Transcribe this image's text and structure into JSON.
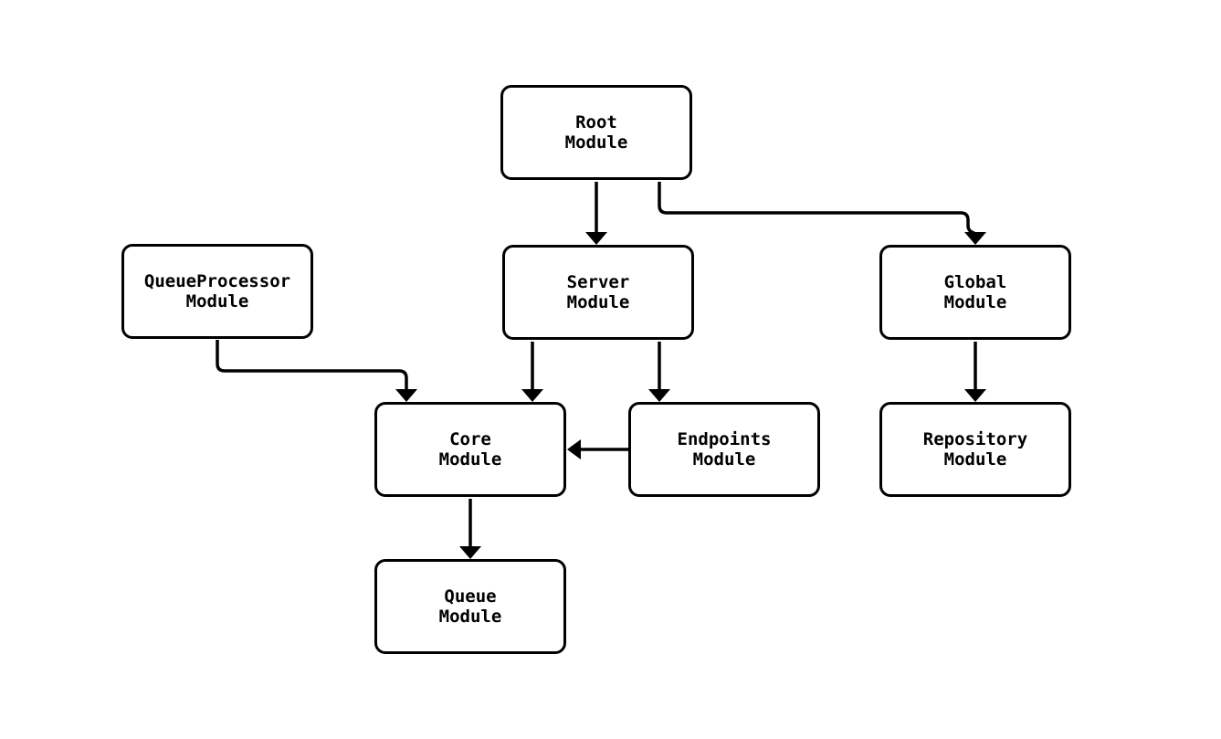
{
  "diagram": {
    "type": "flowchart",
    "direction": "top-down",
    "title": "",
    "colors": {
      "background": "#ffffff",
      "node_fill": "#ffffff",
      "node_stroke": "#000000",
      "edge_stroke": "#000000",
      "text": "#000000"
    },
    "nodes": {
      "root": {
        "line1": "Root",
        "line2": "Module"
      },
      "queueprocessor": {
        "line1": "QueueProcessor",
        "line2": "Module"
      },
      "server": {
        "line1": "Server",
        "line2": "Module"
      },
      "global": {
        "line1": "Global",
        "line2": "Module"
      },
      "core": {
        "line1": "Core",
        "line2": "Module"
      },
      "endpoints": {
        "line1": "Endpoints",
        "line2": "Module"
      },
      "repository": {
        "line1": "Repository",
        "line2": "Module"
      },
      "queue": {
        "line1": "Queue",
        "line2": "Module"
      }
    },
    "edges": [
      {
        "from": "Root Module",
        "to": "Server Module"
      },
      {
        "from": "Root Module",
        "to": "Global Module"
      },
      {
        "from": "QueueProcessor Module",
        "to": "Core Module"
      },
      {
        "from": "Server Module",
        "to": "Core Module"
      },
      {
        "from": "Server Module",
        "to": "Endpoints Module"
      },
      {
        "from": "Global Module",
        "to": "Repository Module"
      },
      {
        "from": "Endpoints Module",
        "to": "Core Module"
      },
      {
        "from": "Core Module",
        "to": "Queue Module"
      }
    ]
  }
}
